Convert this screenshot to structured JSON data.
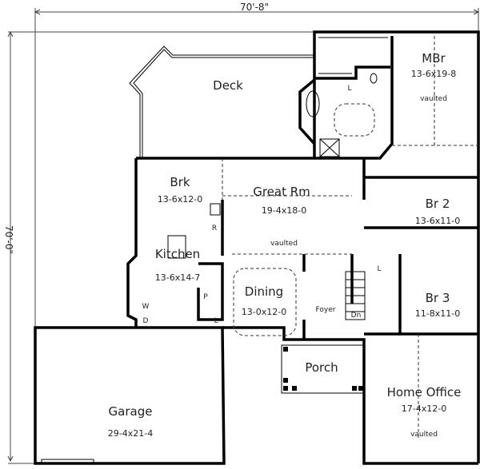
{
  "dimensions": {
    "width": "70'-8\"",
    "depth": "70'-0\""
  },
  "rooms": {
    "deck": {
      "name": "Deck"
    },
    "mbr": {
      "name": "MBr",
      "size": "13-6x19-8",
      "note": "vaulted"
    },
    "brk": {
      "name": "Brk",
      "size": "13-6x12-0"
    },
    "great_rm": {
      "name": "Great Rm",
      "size": "19-4x18-0",
      "note": "vaulted"
    },
    "br2": {
      "name": "Br 2",
      "size": "13-6x11-0"
    },
    "kitchen": {
      "name": "Kitchen",
      "size": "13-6x14-7"
    },
    "dining": {
      "name": "Dining",
      "size": "13-0x12-0"
    },
    "foyer": {
      "name": "Foyer"
    },
    "br3": {
      "name": "Br 3",
      "size": "11-8x11-0"
    },
    "porch": {
      "name": "Porch"
    },
    "home_office": {
      "name": "Home Office",
      "size": "17-4x12-0",
      "note": "vaulted"
    },
    "garage": {
      "name": "Garage",
      "size": "29-4x21-4"
    }
  },
  "fixtures": {
    "refrigerator": "R",
    "pantry": "P",
    "linen_kitchen": "L",
    "washer": "W",
    "dryer": "D",
    "linen_hall": "L",
    "linen_master": "L",
    "stairs_down": "Dn"
  }
}
